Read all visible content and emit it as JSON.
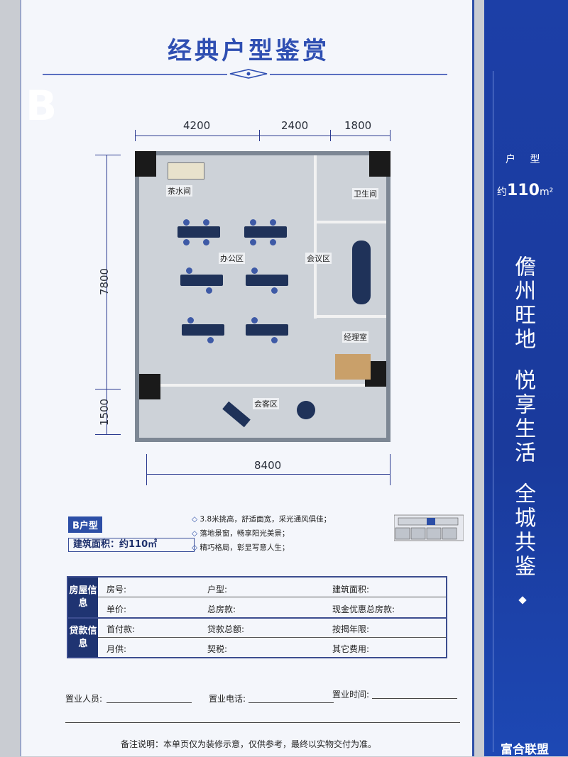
{
  "header": {
    "title": "经典户型鉴赏"
  },
  "dimensions": {
    "top": [
      "4200",
      "2400",
      "1800"
    ],
    "left_upper": "7800",
    "left_lower": "1500",
    "bottom": "8400"
  },
  "rooms": {
    "tea": "茶水间",
    "wc": "卫生间",
    "office": "办公区",
    "meeting": "会议区",
    "manager": "经理室",
    "reception": "会客区"
  },
  "unit": {
    "tag": "B户型",
    "area_text": "建筑面积：约110㎡",
    "features": [
      "3.8米挑高，舒适面宽，采光通风俱佳；",
      "落地景窗，畅享阳光美景；",
      "精巧格局，彰显写意人生；"
    ]
  },
  "table": {
    "house_info_label": "房屋信息",
    "loan_info_label": "贷款信息",
    "rows": [
      [
        "房号:",
        "户型:",
        "建筑面积:"
      ],
      [
        "单价:",
        "总房款:",
        "现金优惠总房款:"
      ],
      [
        "首付款:",
        "贷款总额:",
        "按揭年限:"
      ],
      [
        "月供:",
        "契税:",
        "其它费用:"
      ]
    ]
  },
  "signature": {
    "agent": "置业人员:",
    "phone": "置业电话:",
    "time": "置业时间:"
  },
  "note": "备注说明：本单页仅为装修示意，仅供参考，最终以实物交付为准。",
  "side": {
    "letter": "B",
    "type_label": "户 型",
    "area_prefix": "约",
    "area_value": "110",
    "area_unit": "m²",
    "slogans": [
      "儋州旺地",
      "悦享生活",
      "全城共鉴"
    ],
    "brand": "富合联盟"
  },
  "colors": {
    "brand_blue": "#1c3fa7",
    "title_blue": "#2f4fb2",
    "table_dark": "#1f3472"
  }
}
